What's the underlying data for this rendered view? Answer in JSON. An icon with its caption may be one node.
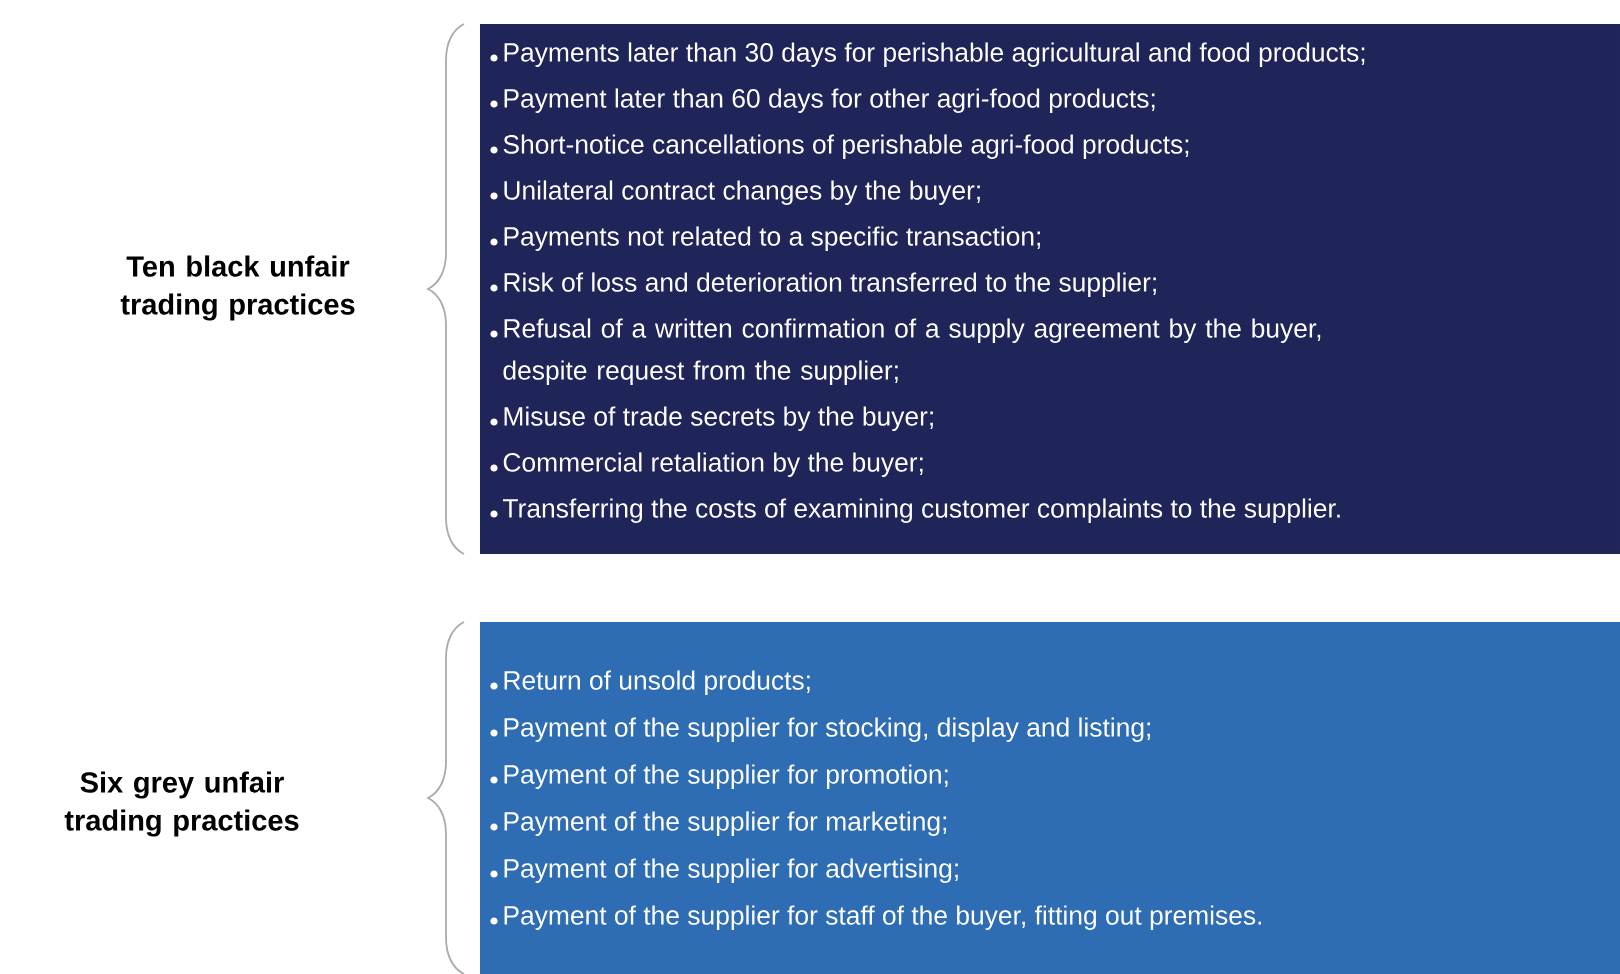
{
  "diagram": {
    "nodes": [
      {
        "text": [
          "Payments later than 30 days for perishable agricultural and food products;",
          "Payment later than 60 days for other agri-food products;",
          "Short-notice cancellations of perishable agri-food products;",
          "Unilateral contract changes by the buyer;",
          "Payments not related to a specific transaction;",
          "Risk of loss and deterioration transferred to the supplier;",
          "Refusal of a written confirmation of a supply agreement by the buyer, despite request from the supplier;",
          "Misuse of trade secrets by the buyer;",
          "Commercial retaliation by the buyer;",
          "Transferring the costs of examining customer complaints to the supplier."
        ]
      },
      {
        "text": [
          "Return of unsold products;",
          "Payment of the supplier for stocking, display and listing;",
          "Payment of the supplier for promotion;",
          "Payment of the supplier for marketing;",
          "Payment of the supplier for advertising;",
          "Payment of the supplier for staff of the buyer, fitting out premises."
        ]
      }
    ],
    "labels": [
      "Ten black unfair trading practices",
      "Six grey unfair trading practices"
    ]
  }
}
